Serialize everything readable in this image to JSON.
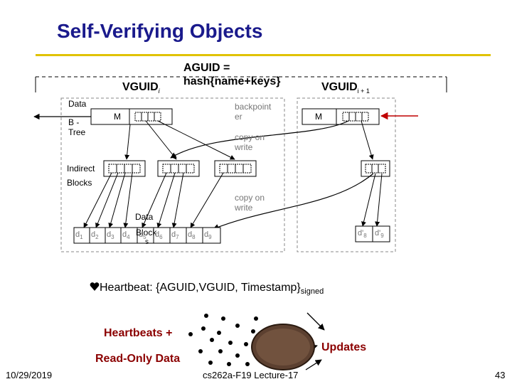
{
  "slide": {
    "title": "Self-Verifying Objects",
    "footer_date": "10/29/2019",
    "footer_course": "cs262a-F19 Lecture-17",
    "page_number": "43",
    "colors": {
      "title": "#1a1a8c",
      "rule": "#e0c200",
      "arrow": "#000000"
    }
  },
  "diagram": {
    "aguid_line1": "AGUID =",
    "aguid_line2": "hash{name+keys}",
    "vguid_left": "VGUID",
    "vguid_left_sub": "i",
    "vguid_right": "VGUID",
    "vguid_right_sub": "i + 1",
    "data_label": "Data",
    "btree_label1": "B -",
    "btree_label2": "Tree",
    "m_left": "M",
    "m_right": "M",
    "backpointer1": "backpoint",
    "backpointer2": "er",
    "copy_write_1a": "copy on",
    "copy_write_1b": "write",
    "copy_write_2a": "copy on",
    "copy_write_2b": "write",
    "indirect_label": "Indirect",
    "blocks_label": "Blocks",
    "data_blocks1": "Data",
    "data_blocks2": "Block",
    "data_blocks3": "s",
    "data_left": [
      "d1",
      "d2",
      "d3",
      "d4",
      "d5",
      "d6",
      "d7",
      "d8",
      "d9"
    ],
    "data_right": [
      "d'8",
      "d'9"
    ]
  },
  "heartbeat": {
    "bullet_icon": "heart-icon",
    "text": "Heartbeat: {AGUID,VGUID, Timestamp}",
    "sub": "signed"
  },
  "bottom": {
    "heartbeats_plus": "Heartbeats +",
    "read_only": "Read-Only Data",
    "updates": "Updates"
  }
}
